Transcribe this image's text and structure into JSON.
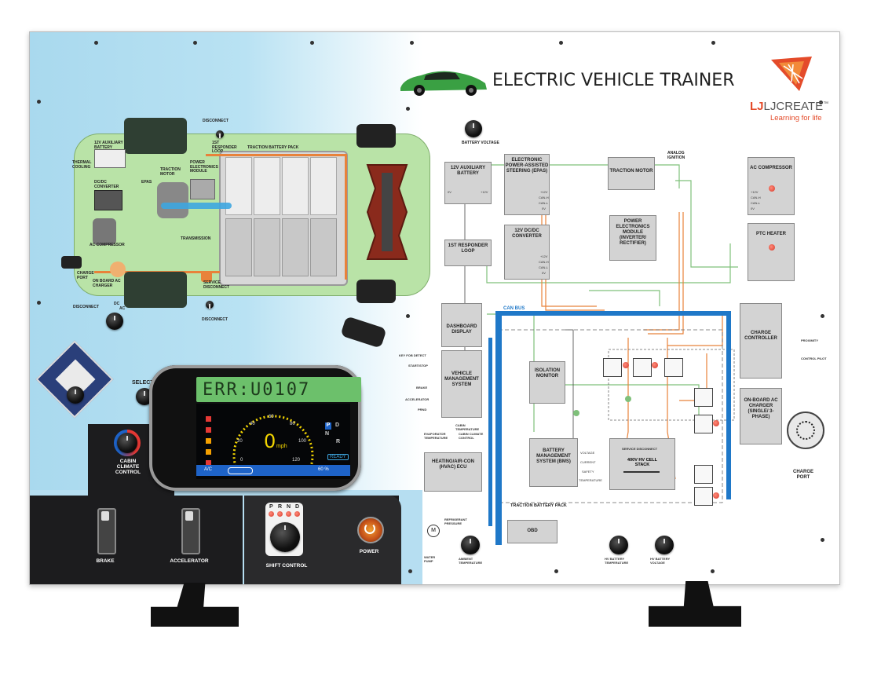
{
  "header": {
    "title": "ELECTRIC VEHICLE TRAINER",
    "brand": "LJCREATE",
    "brand_tm": "™",
    "tagline": "Learning for life"
  },
  "colors": {
    "panel_bg": "#ffffff",
    "left_gradient_start": "#a9d9ee",
    "dark_strip": "#1c1c1e",
    "can_bus": "#1f78c8",
    "hv_orange": "#e8823a",
    "green_wire": "#7fc07a",
    "display_green": "#6cc06b",
    "display_yellow": "#f2d400",
    "brand_red": "#e44b2a",
    "lamp_red": "#e04433"
  },
  "left_diagram": {
    "disconnect_top": "DISCONNECT",
    "responder_loop": "1ST RESPONDER LOOP",
    "traction_battery_pack": "TRACTION BATTERY PACK",
    "aux_battery": "12V AUXILIARY BATTERY",
    "thermal_cooling": "THERMAL COOLING",
    "dcdc": "DC/DC CONVERTER",
    "epas": "EPAS",
    "traction_motor": "TRACTION MOTOR",
    "power_electronics": "POWER ELECTRONICS MODULE",
    "transmission": "TRANSMISSION",
    "ac_compressor": "AC COMPRESSOR",
    "charge_port": "CHARGE PORT",
    "onboard_charger": "ON BOARD AC CHARGER",
    "service_disconnect": "SERVICE DISCONNECT",
    "disconnect_bottom_left": "DISCONNECT",
    "disconnect_bottom_right": "DISCONNECT",
    "dc": "DC",
    "ac": "AC"
  },
  "controls": {
    "selector": "SELECTOR",
    "cabin_climate": "CABIN CLIMATE CONTROL",
    "brake": "BRAKE",
    "accelerator": "ACCELERATOR",
    "shift_control": "SHIFT CONTROL",
    "power": "POWER",
    "gears": [
      "P",
      "R",
      "N",
      "D"
    ]
  },
  "dashboard": {
    "error_text": "ERR:U0107",
    "speed": "0",
    "speed_unit": "mph",
    "scale": [
      "0",
      "20",
      "40",
      "60",
      "80",
      "100",
      "120"
    ],
    "gear_p": "P",
    "gear_d": "D",
    "gear_n": "N",
    "gear_r": "R",
    "ready": "READY",
    "ac": "A/C",
    "percent": "60 %"
  },
  "schematic": {
    "battery_voltage": "BATTERY VOLTAGE",
    "aux_battery": "12V AUXILIARY BATTERY",
    "epas": "ELECTRONIC POWER-ASSISTED STEERING (EPAS)",
    "traction_motor": "TRACTION MOTOR",
    "analog_ignition": "ANALOG IGNITION",
    "ac_compressor": "AC COMPRESSOR",
    "responder_loop": "1ST RESPONDER LOOP",
    "dcdc": "12V DC/DC CONVERTER",
    "power_electronics": "POWER ELECTRONICS MODULE (INVERTER/ RECTIFIER)",
    "ptc_heater": "PTC HEATER",
    "can_bus": "CAN BUS",
    "dashboard_display": "DASHBOARD DISPLAY",
    "charge_controller": "CHARGE CONTROLLER",
    "proximity": "PROXIMITY",
    "control_pilot": "CONTROL PILOT",
    "key_fob": "KEY FOB DETECT",
    "start_stop": "START/STOP",
    "brake": "BRAKE",
    "accelerator": "ACCELERATOR",
    "prnd": "PRND",
    "vms": "VEHICLE MANAGEMENT SYSTEM",
    "isolation": "ISOLATION MONITOR",
    "onboard_charger": "ON-BOARD AC CHARGER (SINGLE/ 3-PHASE)",
    "cabin_temp": "CABIN TEMPERATURE",
    "evap_temp": "EVAPORATOR TEMPERATURE",
    "cabin_climate": "CABIN CLIMATE CONTROL",
    "hvac": "HEATING/AIR-CON (HVAC) ECU",
    "bms": "BATTERY MANAGEMENT SYSTEM (BMS)",
    "service_disconnect": "SERVICE DISCONNECT",
    "cell_stack": "400V HV CELL STACK",
    "voltage": "VOLTAGE",
    "current": "CURRENT",
    "safety": "SAFETY",
    "temperature": "TEMPERATURE",
    "charge_port": "CHARGE PORT",
    "traction_battery_pack": "TRACTION BATTERY PACK",
    "refrigerant": "REFRIGERANT PRESSURE",
    "water_pump": "WATER PUMP",
    "ambient": "AMBIENT TEMPERATURE",
    "obd": "OBD",
    "hv_battery_temp": "HV BATTERY TEMPERATURE",
    "hv_battery_voltage": "HV BATTERY VOLTAGE",
    "can_pins": [
      "+12V",
      "CAN-H",
      "CAN-L",
      "0V"
    ],
    "motor_m": "M"
  }
}
